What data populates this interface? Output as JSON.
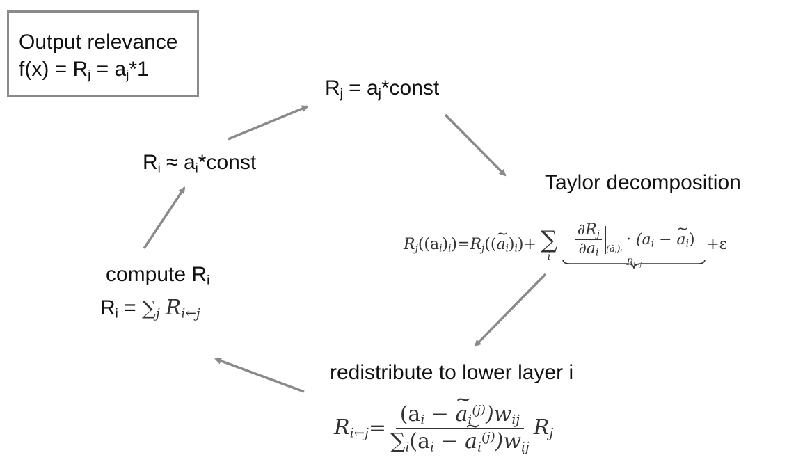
{
  "output_box": {
    "title": "Output relevance",
    "formula_lhs": "f(x) = R",
    "formula_sub": "j",
    "formula_mid": " = a",
    "formula_sub2": "j",
    "formula_rhs": "*1"
  },
  "rj_label": {
    "r": "R",
    "sub": "j",
    "mid": " = a",
    "sub2": "j",
    "rhs": "*const"
  },
  "ri_label": {
    "r": "R",
    "sub": "i",
    "mid": " ≈ a",
    "sub2": "i",
    "rhs": "*const"
  },
  "taylor_title": "Taylor decomposition",
  "compute_title": {
    "text": "compute R",
    "sub": "i"
  },
  "compute_formula": {
    "lhs": "R",
    "sub": "i",
    "eq": " = ",
    "sum": "∑",
    "sum_idx": "j",
    "r": "R",
    "r_sub": "i←j"
  },
  "taylor_equation": {
    "lhs": "R",
    "lhs_sub": "j",
    "lhs_arg": "((a",
    "lhs_arg_sub": "i",
    "lhs_arg_close": ")",
    "lhs_arg_close_sub": "i",
    "lhs_end": ")",
    "eq": " = ",
    "r2": "R",
    "r2_sub": "j",
    "r2_arg": "((",
    "r2_a": "a",
    "r2_a_sub": "i",
    "r2_close": ")",
    "r2_close_sub": "i",
    "r2_end": ")",
    "plus": " + ",
    "sum": "∑",
    "sum_idx": "i",
    "frac_num": "∂R",
    "frac_num_sub": "j",
    "frac_den": "∂a",
    "frac_den_sub": "i",
    "eval_sub": "(ã",
    "eval_sub_i": "i",
    "eval_sub_close": ")",
    "eval_sub_close_i": "i",
    "dot": "· (a",
    "dot_sub": "i",
    "minus": " − ",
    "ta": "a",
    "ta_sub": "i",
    "close": ")",
    "brace_label": "R",
    "brace_label_sub": "i←j",
    "tail": "+ε"
  },
  "redistribute_title": "redistribute to lower layer i",
  "redistribute_equation": {
    "lhs": "R",
    "lhs_sub": "i←j",
    "eq": " = ",
    "num_open": "(a",
    "num_sub": "i",
    "num_minus": " − ",
    "num_ta": "a",
    "num_ta_sub": "i",
    "num_ta_sup": "(j)",
    "num_close": ")w",
    "num_w_sub": "ij",
    "den_sum": "∑",
    "den_sum_idx": "i",
    "den_open": "(a",
    "den_sub": "i",
    "den_minus": " − ",
    "den_ta": "a",
    "den_ta_sub": "i",
    "den_ta_sup": "(j)",
    "den_close": ")w",
    "den_w_sub": "ij",
    "rj": "R",
    "rj_sub": "j"
  },
  "colors": {
    "arrow": "#8a8a8a",
    "box_border": "#8a8a8a",
    "text": "#111111",
    "math": "#333333"
  }
}
